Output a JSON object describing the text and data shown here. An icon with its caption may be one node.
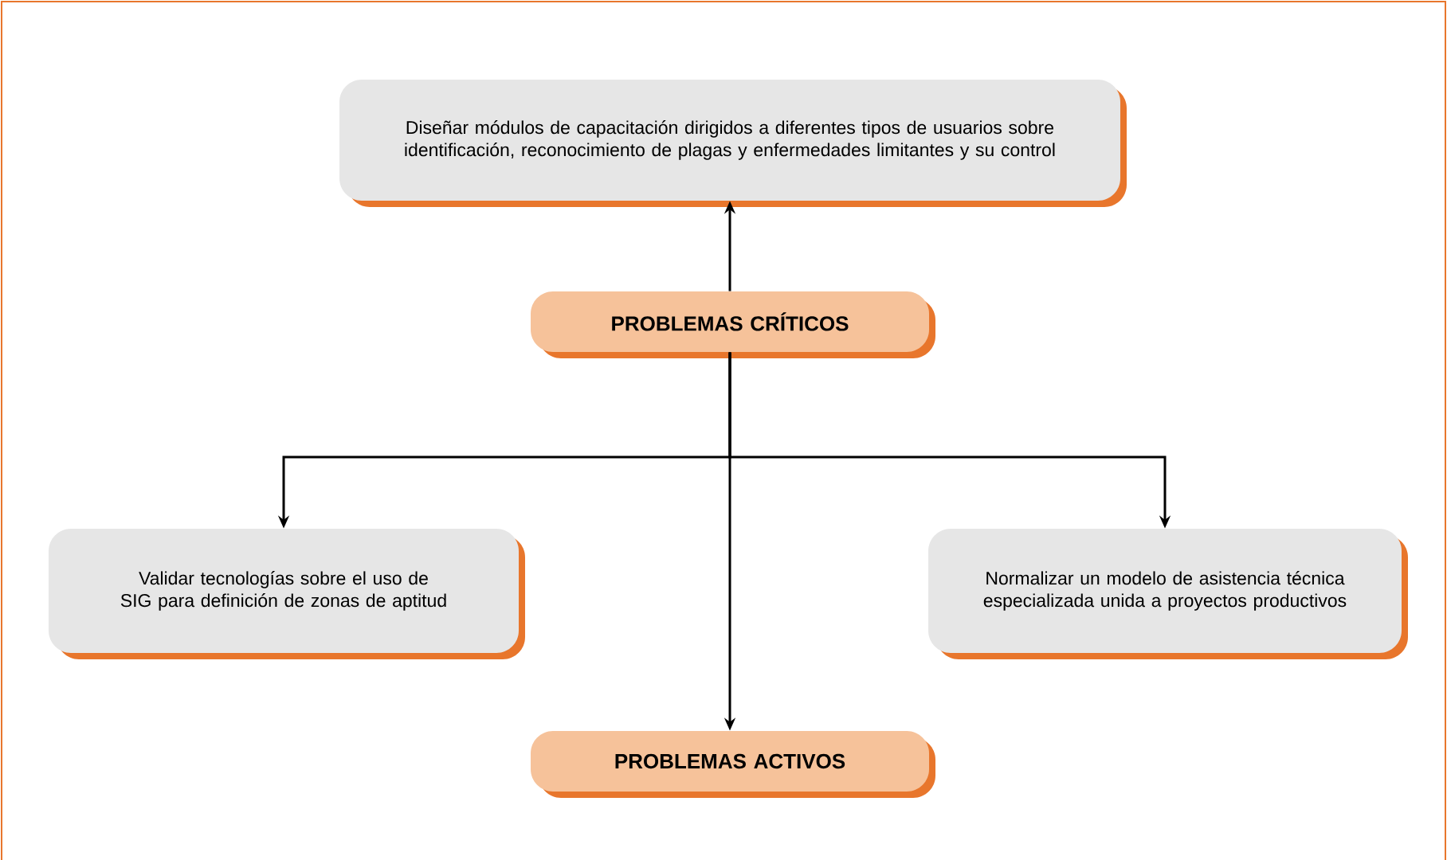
{
  "diagram": {
    "nodes": [
      {
        "text": [
          "Diseñar módulos de capacitación dirigidos a diferentes tipos de usuarios sobre identificación, reconocimiento de plagas y enfermedades limitantes y su control"
        ]
      },
      {
        "text": [
          "PROBLEMAS CRÍTICOS"
        ]
      },
      {
        "text": [
          "Validar tecnologías sobre el uso de SIG para definición de zonas de aptitud"
        ]
      },
      {
        "text": [
          "Normalizar un modelo de asistencia técnica especializada unida a proyectos productivos"
        ]
      },
      {
        "text": [
          "PROBLEMAS ACTIVOS"
        ]
      }
    ],
    "edges": [
      {
        "from": 1,
        "to": 0,
        "arrow": "to"
      },
      {
        "from": 1,
        "to": 2,
        "arrow": "to"
      },
      {
        "from": 1,
        "to": 3,
        "arrow": "to"
      },
      {
        "from": 1,
        "to": 4,
        "arrow": "to"
      }
    ]
  }
}
